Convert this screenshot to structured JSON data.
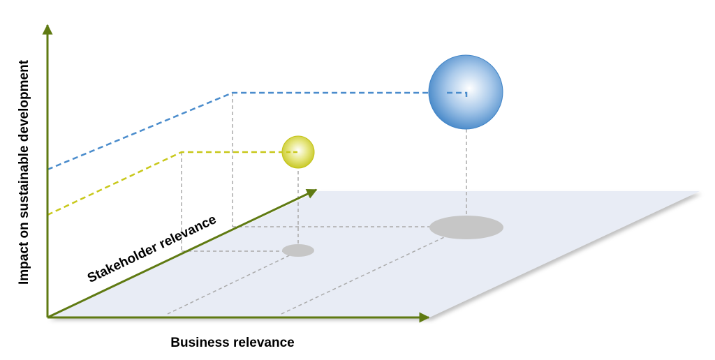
{
  "labels": {
    "y_axis": "Impact on sustainable development",
    "x_axis": "Business relevance",
    "z_axis": "Stakeholder relevance"
  },
  "colors": {
    "axis": "#5f7a12",
    "plane": "#e8ecf5",
    "blue": "#4a8ccc",
    "yellow": "#c8c81a",
    "guide": "#aaaaaa",
    "shadow": "#c6c6c6"
  },
  "bubbles": [
    {
      "name": "large-blue-topic",
      "color": "blue"
    },
    {
      "name": "small-yellow-topic",
      "color": "yellow"
    }
  ]
}
